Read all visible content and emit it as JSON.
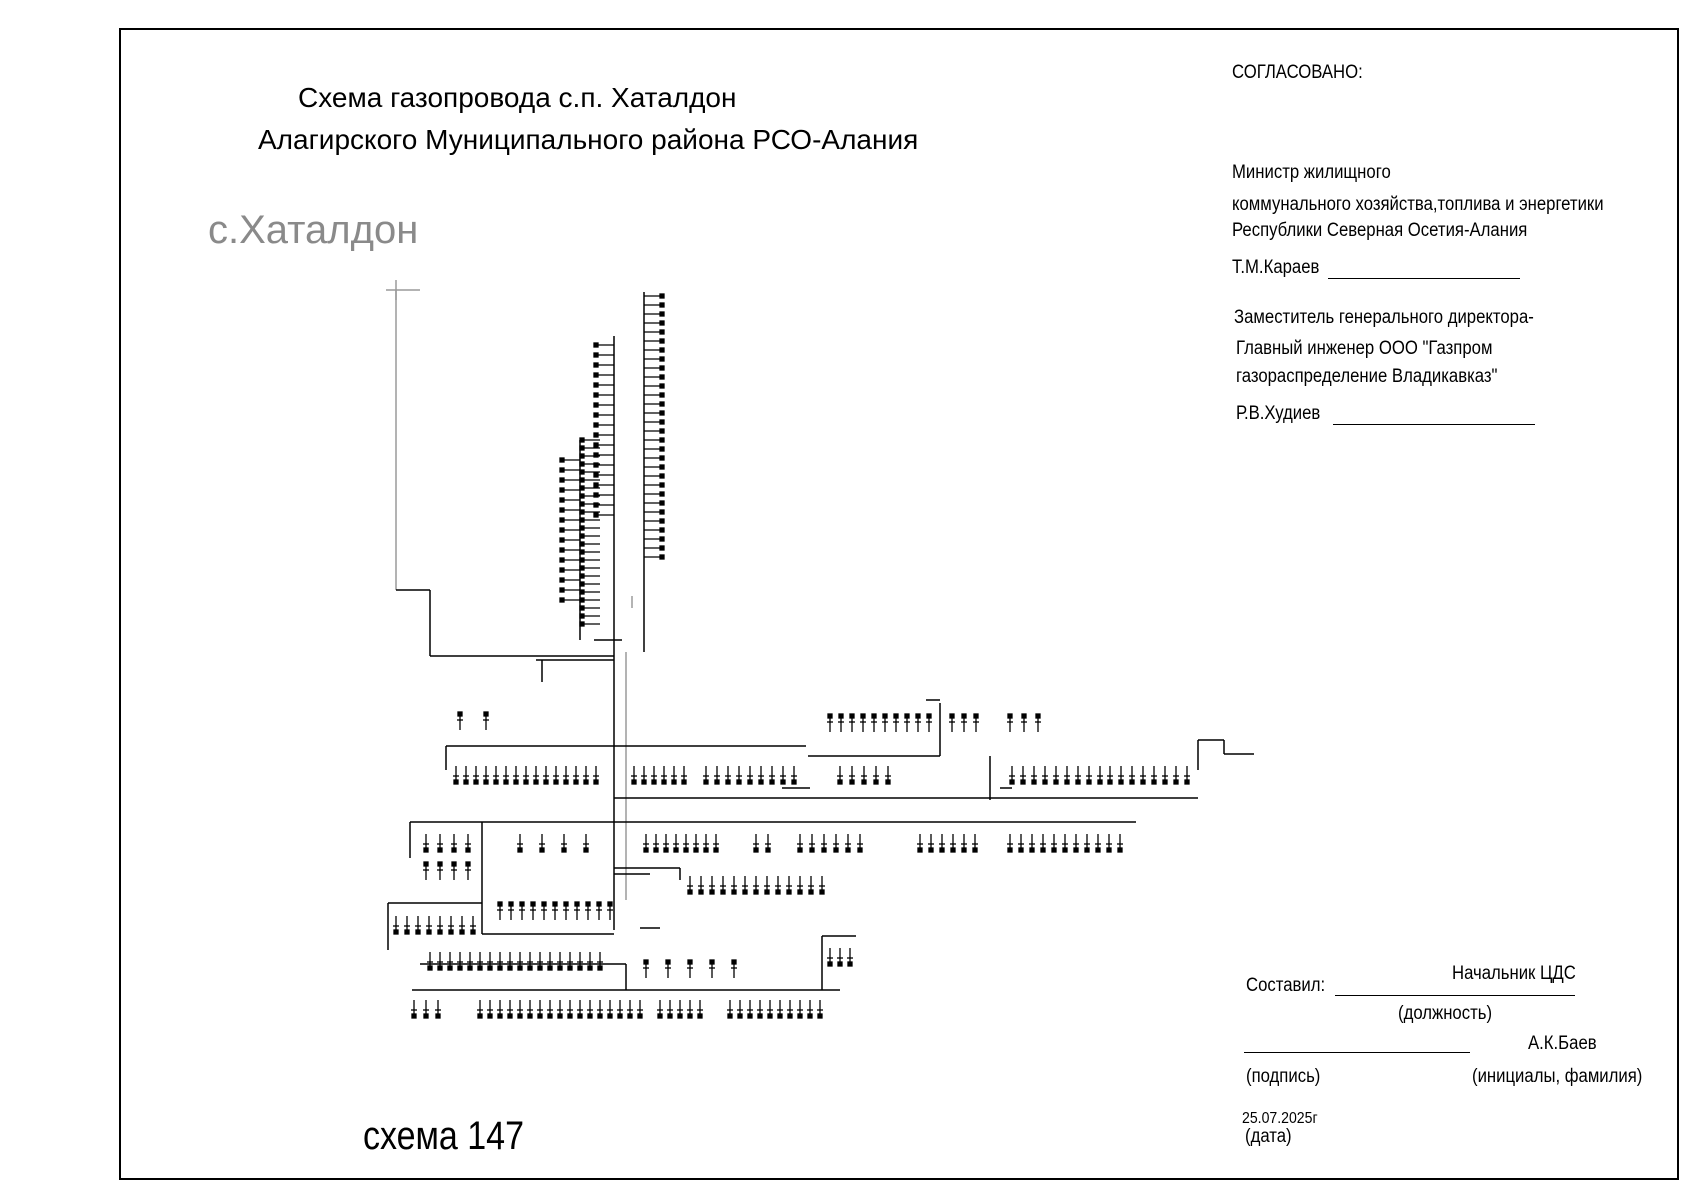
{
  "title": {
    "line1": "Схема газопровода с.п. Хаталдон",
    "line2": "Алагирского  Муниципального района РСО-Алания"
  },
  "village": "с.Хаталдон",
  "approval": {
    "heading": "СОГЛАСОВАНО:",
    "minister": {
      "line1": "Министр жилищного",
      "line2": "коммунального  хозяйства,топлива и энергетики",
      "line3": "Республики Северная Осетия-Алания",
      "name": "Т.М.Караев"
    },
    "deputy": {
      "line1": "Заместитель генерального директора-",
      "line2": "Главный инженер  ООО \"Газпром",
      "line3": "газораспределение Владикавказ\"",
      "name": "Р.В.Худиев"
    }
  },
  "compiled": {
    "label": "Составил:",
    "position_value": "Начальник ЦДС",
    "position_caption": "(должность)",
    "name_value": "А.К.Баев",
    "signature_caption": "(подпись)",
    "name_caption": "(инициалы, фамилия)",
    "date_value": "25.07.2025г",
    "date_caption": "(дата)"
  },
  "schema_number": "схема 147",
  "colors": {
    "line": "#000000",
    "village": "#8a8a8a",
    "accent_gray": "#9a9a9a"
  }
}
